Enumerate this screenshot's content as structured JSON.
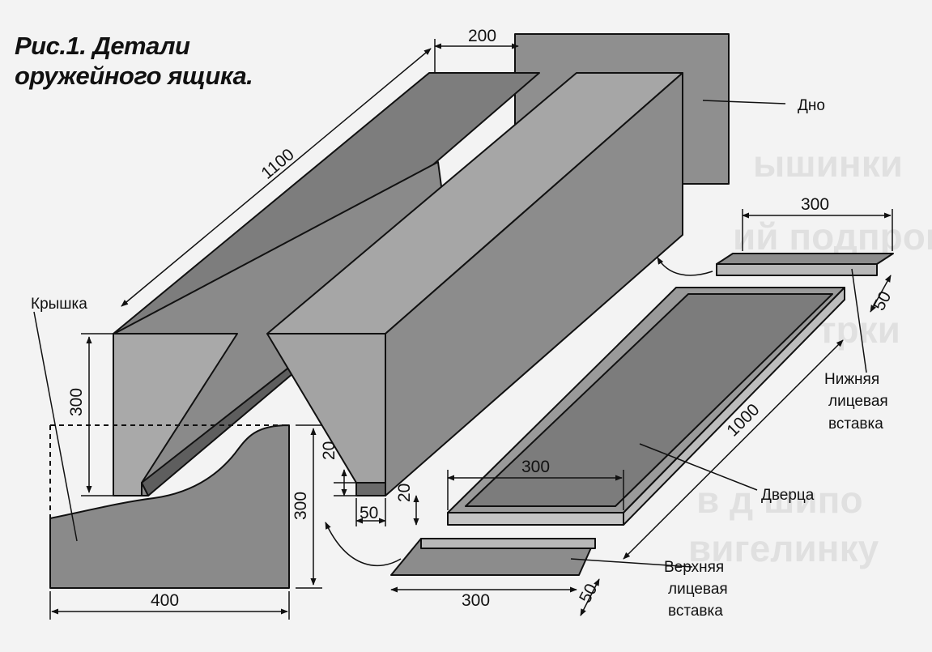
{
  "title": {
    "line1": "Рис.1. Детали",
    "line2": "оружейного ящика."
  },
  "parts": {
    "bottom": "Дно",
    "lid": "Крышка",
    "door": "Дверца",
    "lower_insert": [
      "Нижняя",
      "лицевая",
      "вставка"
    ],
    "upper_insert": [
      "Верхняя",
      "лицевая",
      "вставка"
    ]
  },
  "dimensions": {
    "bottom_width": "200",
    "length": "1100",
    "lid_height": "300",
    "lid_width": "400",
    "flange_height": "20",
    "profile_height": "300",
    "flange_width": "50",
    "door_gap": "20",
    "door_length": "1000",
    "door_width": "300",
    "lower_insert_width": "300",
    "lower_insert_depth": "50",
    "upper_insert_width": "300",
    "upper_insert_depth": "50"
  },
  "colors": {
    "metal_light": "#a4a4a4",
    "metal_dark": "#707070",
    "metal_mid": "#8c8c8c",
    "line": "#111111",
    "background": "#f3f3f3"
  }
}
